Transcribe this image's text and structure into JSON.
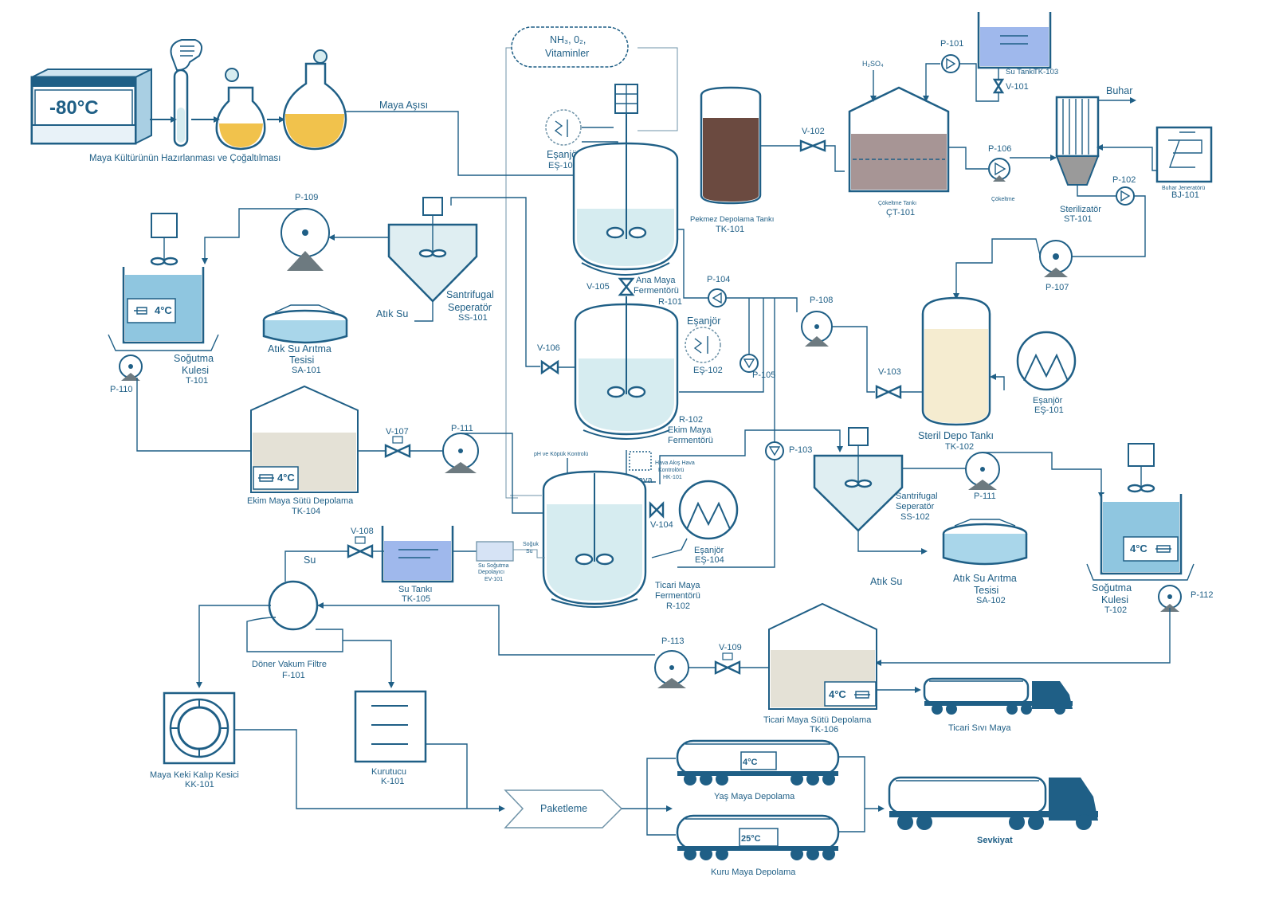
{
  "labels": {
    "t_nh3_1": "NH₃, 0₂,",
    "t_nh3_2": "Vitaminler",
    "t_maya_asisi": "Maya Aşısı",
    "t_minus80": "-80°C",
    "t_culture": "Maya Kültürünün Hazırlanması ve Çoğaltılması",
    "t_esanjor1": "Eşanjör",
    "t_es103": "EŞ-103",
    "t_pekmez": "Pekmez Depolama Tankı",
    "t_tk101": "TK-101",
    "t_h2so4": "H₂SO₄",
    "t_p101": "P-101",
    "t_sutanki": "Su Tankı",
    "t_tk103": "TK-103",
    "t_v101": "V-101",
    "t_v102": "V-102",
    "t_p106": "P-106",
    "t_buhar": "Buhar",
    "t_cokeltme_tanki": "Çökeltme Tankı",
    "t_ct101": "ÇT-101",
    "t_cokeltme": "Çökeltme",
    "t_sterilizator": "Sterilizatör",
    "t_st101": "ST-101",
    "t_p102": "P-102",
    "t_buhar_jen": "Buhar Jeneratörü",
    "t_bj101": "BJ-101",
    "t_p107": "P-107",
    "t_p109": "P-109",
    "t_santrifugal1a": "Santrifugal",
    "t_seperator1": "Seperatör",
    "t_ss101": "SS-101",
    "t_atiksu1": "Atık Su",
    "t_atiksu_aritma1a": "Atık Su Arıtma",
    "t_tesisi1": "Tesisi",
    "t_sa101": "SA-101",
    "t_4c_1": "4°C",
    "t_sogutma1a": "Soğutma",
    "t_kulesi1": "Kulesi",
    "t_t101": "T-101",
    "t_p110": "P-110",
    "t_v105": "V-105",
    "t_ana1": "Ana Maya",
    "t_ana2": "Fermentörü",
    "t_r101": "R-101",
    "t_p104": "P-104",
    "t_p108": "P-108",
    "t_esanjor2": "Eşanjör",
    "t_es102": "EŞ-102",
    "t_p105": "P-105",
    "t_v106": "V-106",
    "t_r102a": "R-102",
    "t_ekim1": "Ekim Maya",
    "t_ekim2": "Fermentörü",
    "t_v103": "V-103",
    "t_esanjor3": "Eşanjör",
    "t_es101": "EŞ-101",
    "t_steril": "Steril Depo Tankı",
    "t_tk102": "TK-102",
    "t_v107": "V-107",
    "t_p111a": "P-111",
    "t_4c_2": "4°C",
    "t_ekim_depo": "Ekim Maya Sütü Depolama",
    "t_tk104": "TK-104",
    "t_ph": "pH ve Köpük Kontrolü",
    "t_hava_kontrol1": "Hava Akış Hava",
    "t_hava_kontrol2": "Kontrolörü",
    "t_hk101": "HK-101",
    "t_hava": "Hava",
    "t_p103": "P-103",
    "t_v104": "V-104",
    "t_esanjor4": "Eşanjör",
    "t_es104": "EŞ-104",
    "t_ticari1": "Ticari Maya",
    "t_ticari2": "Fermentörü",
    "t_r102b": "R-102",
    "t_santrifugal2a": "Santrifugal",
    "t_seperator2": "Seperatör",
    "t_ss102": "SS-102",
    "t_p111b": "P-111",
    "t_atiksu2": "Atık Su",
    "t_atiksu_aritma2a": "Atık Su Arıtma",
    "t_tesisi2": "Tesisi",
    "t_sa102": "SA-102",
    "t_4c_3": "4°C",
    "t_sogutma2a": "Soğutma",
    "t_kulesi2": "Kulesi",
    "t_t102": "T-102",
    "t_p112": "P-112",
    "t_v108": "V-108",
    "t_su": "Su",
    "t_sutanki2": "Su Tankı",
    "t_tk105": "TK-105",
    "t_susog1": "Su Soğutma",
    "t_susog2": "Depolayıcı",
    "t_ev101": "EV-101",
    "t_soguk1": "Soğuk",
    "t_soguk2": "Su",
    "t_doner": "Döner Vakum Filtre",
    "t_f101": "F-101",
    "t_p113": "P-113",
    "t_v109": "V-109",
    "t_4c_4": "4°C",
    "t_ticari_depo": "Ticari Maya Sütü Depolama",
    "t_tk106": "TK-106",
    "t_ticari_sivi": "Ticari Sıvı Maya",
    "t_kalip1": "Maya Keki Kalıp Kesici",
    "t_kk101": "KK-101",
    "t_kurutucu": "Kurutucu",
    "t_k101": "K-101",
    "t_paketleme": "Paketleme",
    "t_4c_5": "4°C",
    "t_yas": "Yaş Maya Depolama",
    "t_25c": "25°C",
    "t_kuru": "Kuru Maya Depolama",
    "t_sevkiyat": "Sevkiyat"
  },
  "colors": {
    "line": "#1f5f86",
    "liquid": "#d6ecf0",
    "cooling_water": "#8fc6e0",
    "water_tank": "#9fb8ec",
    "molasses": "#6b4a40",
    "settling": "#a79595",
    "sterile_tank": "#f5ecd0",
    "milk_storage": "#e4e1d6",
    "flask_liquid": "#f1c24c"
  }
}
